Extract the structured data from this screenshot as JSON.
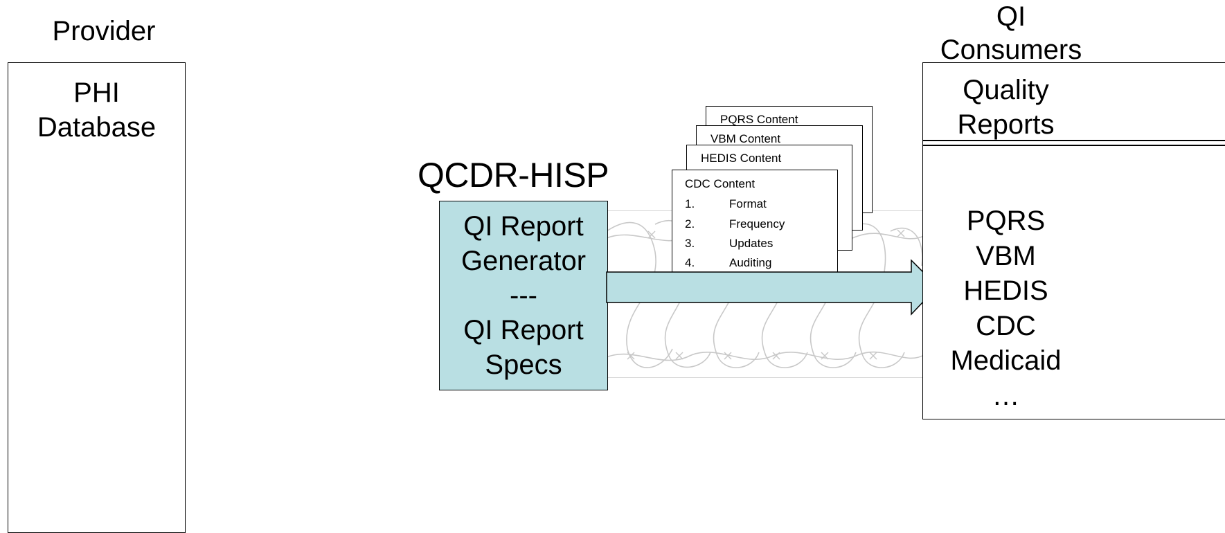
{
  "provider": {
    "heading": "Provider",
    "box_label_line1": "PHI",
    "box_label_line2": "Database"
  },
  "qcdr": {
    "title": "QCDR-HISP",
    "generator_lines": [
      "QI Report",
      "Generator",
      "---",
      "QI Report",
      "Specs"
    ]
  },
  "content_docs": {
    "pqrs": "PQRS Content",
    "vbm": "VBM Content",
    "hedis": "HEDIS Content",
    "cdc": {
      "title": "CDC Content",
      "items": [
        {
          "num": "1.",
          "text": "Format"
        },
        {
          "num": "2.",
          "text": "Frequency"
        },
        {
          "num": "3.",
          "text": "Updates"
        },
        {
          "num": "4.",
          "text": "Auditing"
        }
      ]
    }
  },
  "consumers": {
    "heading_line1": "QI",
    "heading_line2": "Consumers",
    "reports_line1": "Quality",
    "reports_line2": "Reports",
    "list": [
      "PQRS",
      "VBM",
      "HEDIS",
      "CDC",
      "Medicaid",
      "…"
    ]
  },
  "colors": {
    "generator_fill": "#b9dfe3",
    "arrow_fill": "#b9dfe3",
    "wire": "#c8c8c8"
  },
  "icons": {
    "wire_pattern": "barbed-wire-icon",
    "arrow": "right-arrow-icon"
  }
}
